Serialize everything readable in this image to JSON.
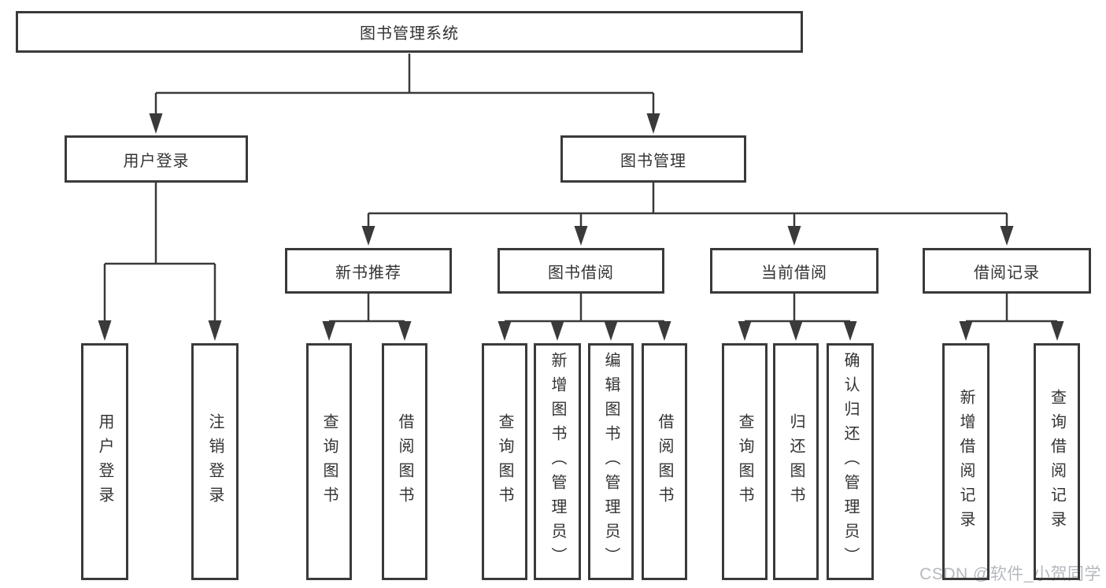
{
  "nodes": {
    "root": "图书管理系统",
    "user_login": "用户登录",
    "book_mgmt": "图书管理",
    "new_books": "新书推荐",
    "book_borrow": "图书借阅",
    "current_borrow": "当前借阅",
    "borrow_records": "借阅记录",
    "leaf_user_login": "用户登录",
    "leaf_logout": "注销登录",
    "leaf_nb_query": "查询图书",
    "leaf_nb_borrow": "借阅图书",
    "leaf_bw_query": "查询图书",
    "leaf_bw_add": "新增图书（管理员）",
    "leaf_bw_edit": "编辑图书（管理员）",
    "leaf_bw_borrow": "借阅图书",
    "leaf_cur_query": "查询图书",
    "leaf_cur_return": "归还图书",
    "leaf_cur_confirm": "确认归还（管理员）",
    "leaf_rec_add": "新增借阅记录",
    "leaf_rec_query": "查询借阅记录"
  },
  "hierarchy": {
    "图书管理系统": {
      "用户登录": [
        "用户登录",
        "注销登录"
      ],
      "图书管理": {
        "新书推荐": [
          "查询图书",
          "借阅图书"
        ],
        "图书借阅": [
          "查询图书",
          "新增图书（管理员）",
          "编辑图书（管理员）",
          "借阅图书"
        ],
        "当前借阅": [
          "查询图书",
          "归还图书",
          "确认归还（管理员）"
        ],
        "借阅记录": [
          "新增借阅记录",
          "查询借阅记录"
        ]
      }
    }
  },
  "watermark": "CSDN @软件_小贺同学",
  "colors": {
    "line": "#3a3a3a",
    "text": "#333333",
    "watermark": "#b5b9bf",
    "background": "#ffffff"
  }
}
